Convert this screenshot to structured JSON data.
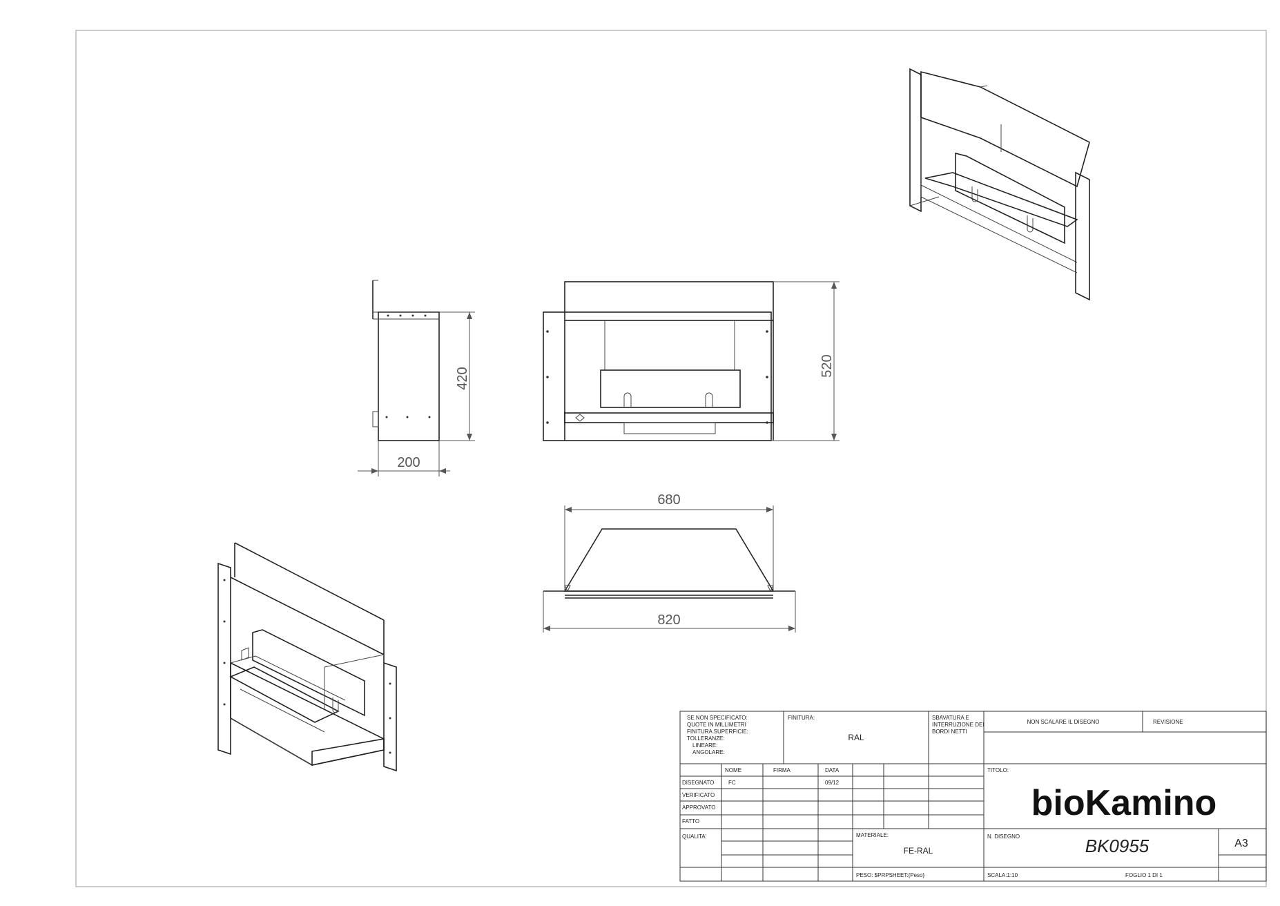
{
  "dimensions": {
    "height_side": "420",
    "depth": "200",
    "height_front": "520",
    "top_width": "680",
    "overall_width": "820"
  },
  "title_block": {
    "notes_lines": [
      "SE NON SPECIFICATO:",
      "QUOTE IN MILLIMETRI",
      "FINITURA SUPERFICIE:",
      "TOLLERANZE:",
      "LINEARE:",
      "ANGOLARE:"
    ],
    "finish_label": "FINITURA:",
    "finish_value": "RAL",
    "deburr_lines": [
      "SBAVATURA E",
      "INTERRUZIONE DEI",
      "BORDI NETTI"
    ],
    "no_scale": "NON SCALARE IL DISEGNO",
    "revision_label": "REVISIONE",
    "col_nome": "NOME",
    "col_firma": "FIRMA",
    "col_data": "DATA",
    "row_designed": "DISEGNATO",
    "designed_name": "FC",
    "designed_date": "09/12",
    "row_verified": "VERIFICATO",
    "row_approved": "APPROVATO",
    "row_made": "FATTO",
    "row_quality": "QUALITA'",
    "material_label": "MATERIALE:",
    "material_value": "FE-RAL",
    "weight_label": "PESO: $PRPSHEET:{Peso}",
    "title_label": "TITOLO:",
    "brand": "bioKamino",
    "drawing_number_label": "N. DISEGNO",
    "drawing_number": "BK0955",
    "sheet_format": "A3",
    "scale": "SCALA:1:10",
    "sheet": "FOGLIO 1 DI 1"
  }
}
